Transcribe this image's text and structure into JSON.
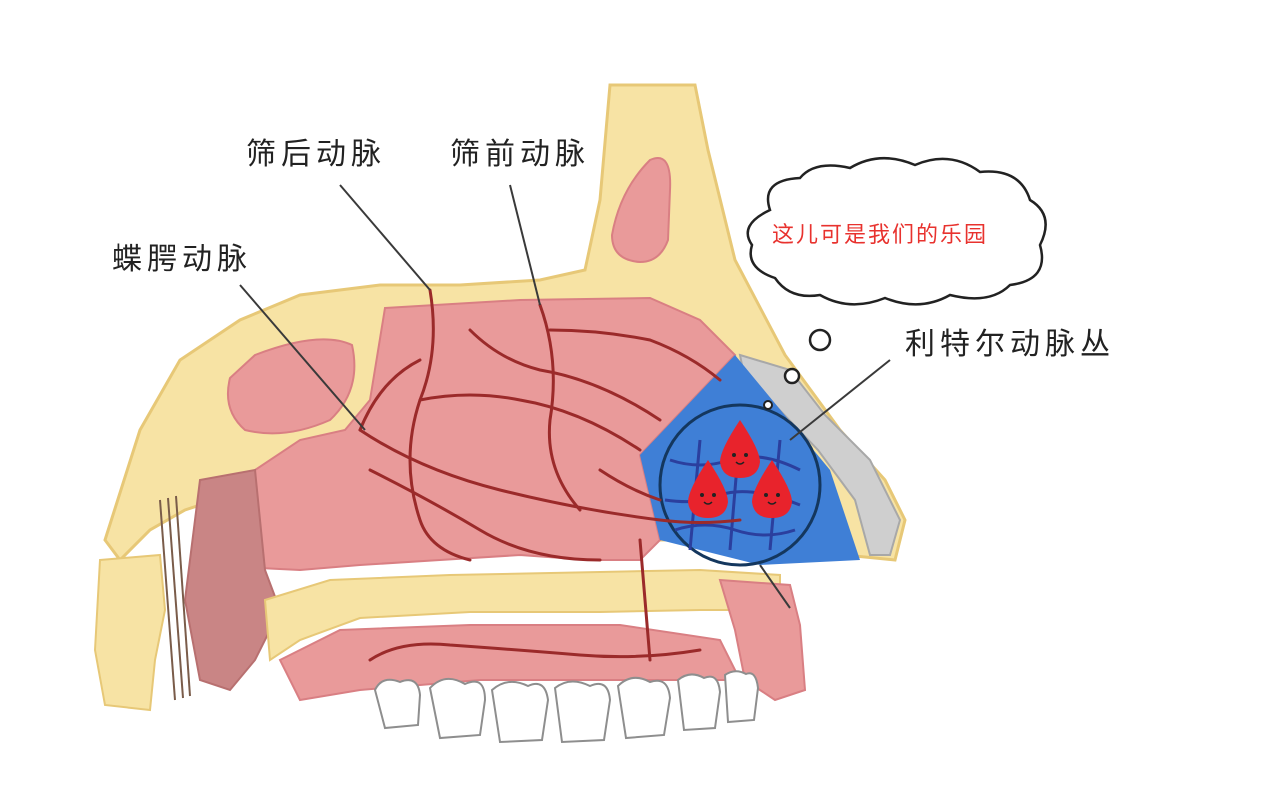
{
  "labels": {
    "sphenopalatine": "蝶腭动脉",
    "posterior_ethmoidal": "筛后动脉",
    "anterior_ethmoidal": "筛前动脉",
    "littles_area": "利特尔动脉丛"
  },
  "bubble": {
    "text": "这儿可是我们的乐园"
  },
  "colors": {
    "bone": "#f7e3a4",
    "bone_edge": "#e7c877",
    "mucosa": "#e99a9a",
    "mucosa_dark": "#d97f83",
    "vessel": "#9b2a2a",
    "plexus": "#3f7fd6",
    "drop": "#e8232c",
    "bubble_text": "#e8322e"
  },
  "icons": {
    "drops": "blood-drop-icon",
    "teeth": "tooth-icon"
  }
}
